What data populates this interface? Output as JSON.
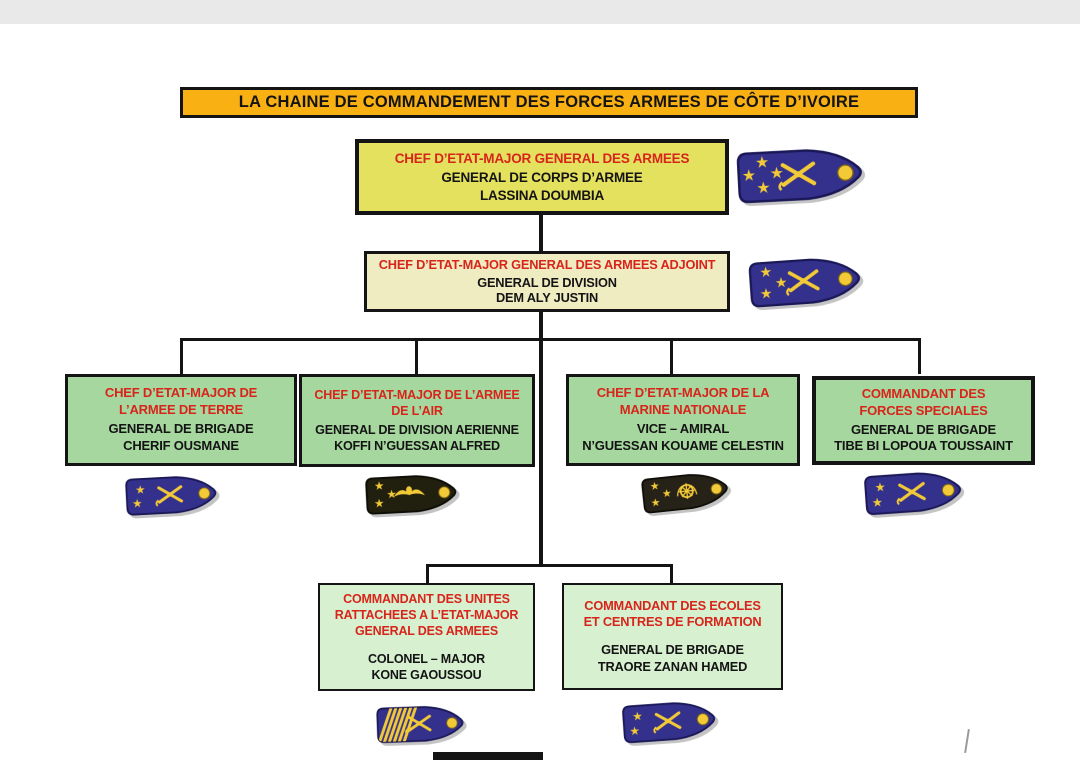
{
  "title": {
    "text": "LA CHAINE DE COMMANDEMENT DES FORCES ARMEES DE CÔTE D’IVOIRE",
    "bg": "#F9B013"
  },
  "nodes": [
    {
      "id": "cema",
      "role": "CHEF D’ETAT-MAJOR GENERAL DES ARMEES",
      "rank": "GENERAL DE CORPS D’ARMEE",
      "name": "LASSINA DOUMBIA",
      "bg": "#E4E15F"
    },
    {
      "id": "adjoint",
      "role": "CHEF D’ETAT-MAJOR GENERAL DES ARMEES ADJOINT",
      "rank": "GENERAL DE DIVISION",
      "name": "DEM ALY JUSTIN",
      "bg": "#F0ECC2"
    },
    {
      "id": "terre",
      "role": "CHEF D’ETAT-MAJOR DE\nL’ARMEE DE TERRE",
      "rank": "GENERAL DE BRIGADE",
      "name": "CHERIF OUSMANE",
      "bg": "#A6D79F"
    },
    {
      "id": "air",
      "role": "CHEF D’ETAT-MAJOR DE L’ARMEE\nDE L’AIR",
      "rank": "GENERAL DE DIVISION AERIENNE",
      "name": "KOFFI N’GUESSAN ALFRED",
      "bg": "#A6D79F"
    },
    {
      "id": "marine",
      "role": "CHEF D’ETAT-MAJOR DE LA\nMARINE NATIONALE",
      "rank": "VICE – AMIRAL",
      "name": "N’GUESSAN KOUAME CELESTIN",
      "bg": "#A6D79F"
    },
    {
      "id": "fs",
      "role": "COMMANDANT DES\nFORCES SPECIALES",
      "rank": "GENERAL DE BRIGADE",
      "name": "TIBE BI LOPOUA TOUSSAINT",
      "bg": "#A6D79F"
    },
    {
      "id": "units",
      "role": "COMMANDANT DES UNITES\nRATTACHEES A L’ETAT-MAJOR\nGENERAL DES ARMEES",
      "rank": "COLONEL – MAJOR",
      "name": "KONE GAOUSSOU",
      "bg": "#D7F0D0"
    },
    {
      "id": "ecoles",
      "role": "COMMANDANT DES ECOLES\nET CENTRES DE FORMATION",
      "rank": "GENERAL DE BRIGADE",
      "name": "TRAORE ZANAN HAMED",
      "bg": "#D7F0D0"
    }
  ],
  "insignia": [
    {
      "for": "cema",
      "stars": 4,
      "emblem": "crossed-batons",
      "board": "#34318C",
      "edge": "#1b1858",
      "stripes": false
    },
    {
      "for": "adjoint",
      "stars": 3,
      "emblem": "crossed-batons",
      "board": "#34318C",
      "edge": "#1b1858",
      "stripes": false
    },
    {
      "for": "terre",
      "stars": 2,
      "emblem": "crossed-batons",
      "board": "#34318C",
      "edge": "#1b1858",
      "stripes": false
    },
    {
      "for": "air",
      "stars": 3,
      "emblem": "wings",
      "board": "#21200F",
      "edge": "#0d0c06",
      "stripes": false
    },
    {
      "for": "marine",
      "stars": 3,
      "emblem": "ship-wheel",
      "board": "#262218",
      "edge": "#0d0c06",
      "stripes": false
    },
    {
      "for": "fs",
      "stars": 2,
      "emblem": "crossed-batons",
      "board": "#34318C",
      "edge": "#1b1858",
      "stripes": false
    },
    {
      "for": "units",
      "stars": 0,
      "emblem": "crossed-batons",
      "board": "#34318C",
      "edge": "#1b1858",
      "stripes": true
    },
    {
      "for": "ecoles",
      "stars": 2,
      "emblem": "crossed-batons",
      "board": "#34318C",
      "edge": "#1b1858",
      "stripes": false
    }
  ],
  "colors": {
    "heading_red": "#D8251B",
    "text_black": "#141414",
    "gold": "#F2C937",
    "line_black": "#141414",
    "topband_gray": "#e9e9e9"
  }
}
